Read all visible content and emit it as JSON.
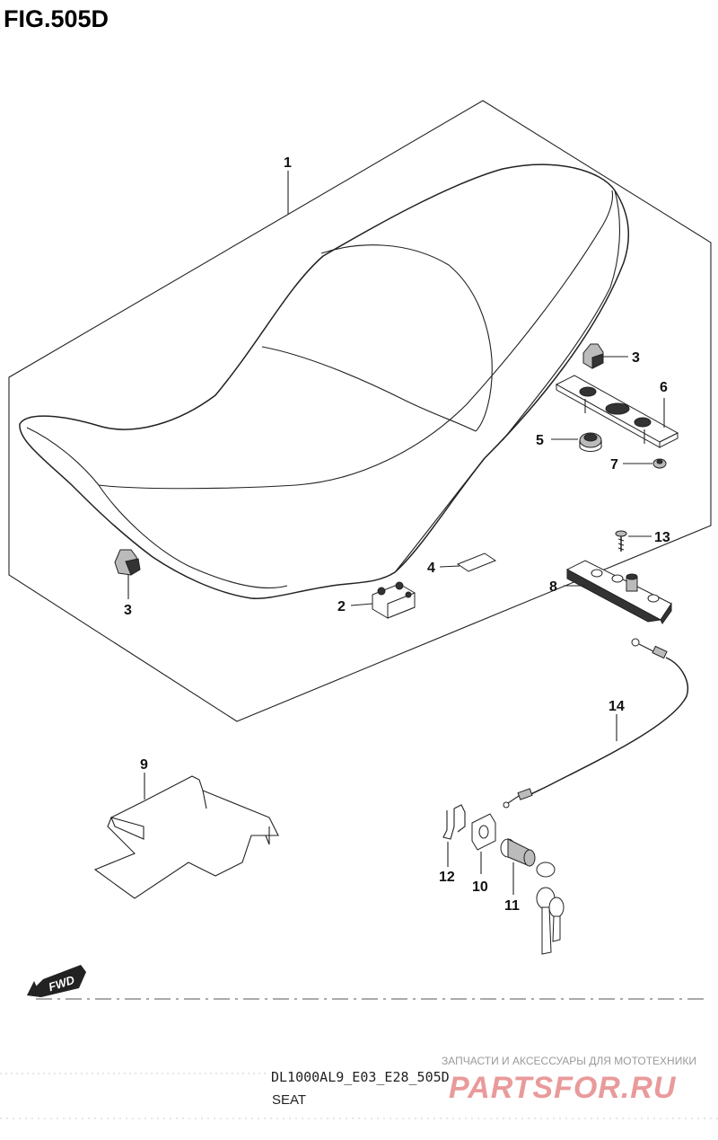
{
  "figure": {
    "title": "FIG.505D"
  },
  "callouts": [
    "1",
    "2",
    "3",
    "3",
    "4",
    "5",
    "6",
    "7",
    "8",
    "9",
    "10",
    "11",
    "12",
    "13",
    "14"
  ],
  "direction_badge": "FWD",
  "footer": {
    "model_code": "DL1000AL9_E03_E28_505D",
    "section_name": "SEAT"
  },
  "watermark": {
    "tagline": "ЗАПЧАСТИ И АКСЕССУАРЫ ДЛЯ МОТОТЕХНИКИ",
    "brand": "PARTSFOR.RU"
  },
  "colors": {
    "line": "#222222",
    "watermark_brand": "#e99a9a",
    "watermark_text": "#9a9a9a"
  }
}
